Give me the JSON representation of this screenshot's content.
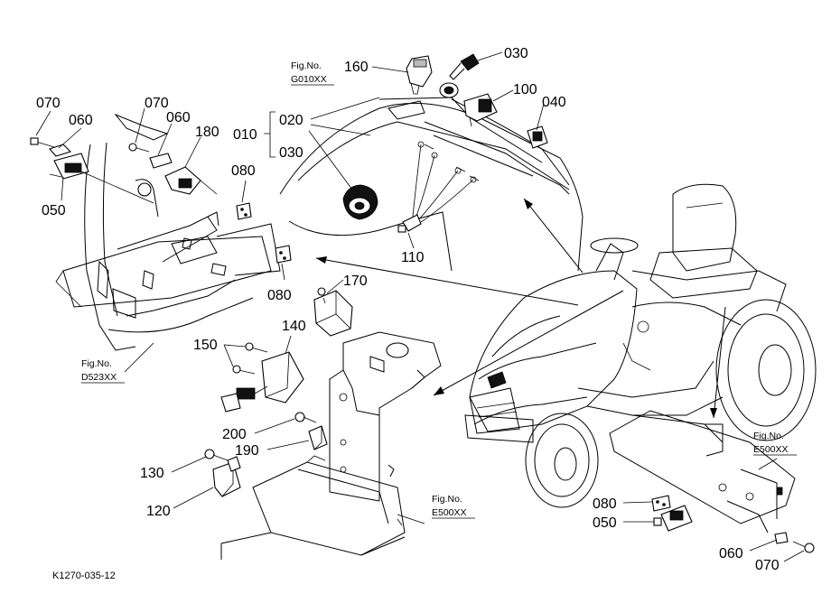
{
  "diagram": {
    "code": "K1270-035-12",
    "parts": {
      "p070a": "070",
      "p060a": "060",
      "p050a": "050",
      "p070b": "070",
      "p060b": "060",
      "p180": "180",
      "p080a": "080",
      "p080b": "080",
      "p160": "160",
      "p030a": "030",
      "p100": "100",
      "p040": "040",
      "p010": "010",
      "p020": "020",
      "p030b": "030",
      "p110": "110",
      "p170": "170",
      "p140": "140",
      "p150": "150",
      "p200": "200",
      "p190": "190",
      "p130": "130",
      "p120": "120",
      "p080c": "080",
      "p050b": "050",
      "p060c": "060",
      "p070c": "070"
    },
    "fig_refs": {
      "g010_title": "Fig.No.",
      "g010_code": "G010XX",
      "d523_title": "Fig.No.",
      "d523_code": "D523XX",
      "e500a_title": "Fig.No.",
      "e500a_code": "E500XX",
      "e500b_title": "Fig.No.",
      "e500b_code": "E500XX"
    }
  }
}
